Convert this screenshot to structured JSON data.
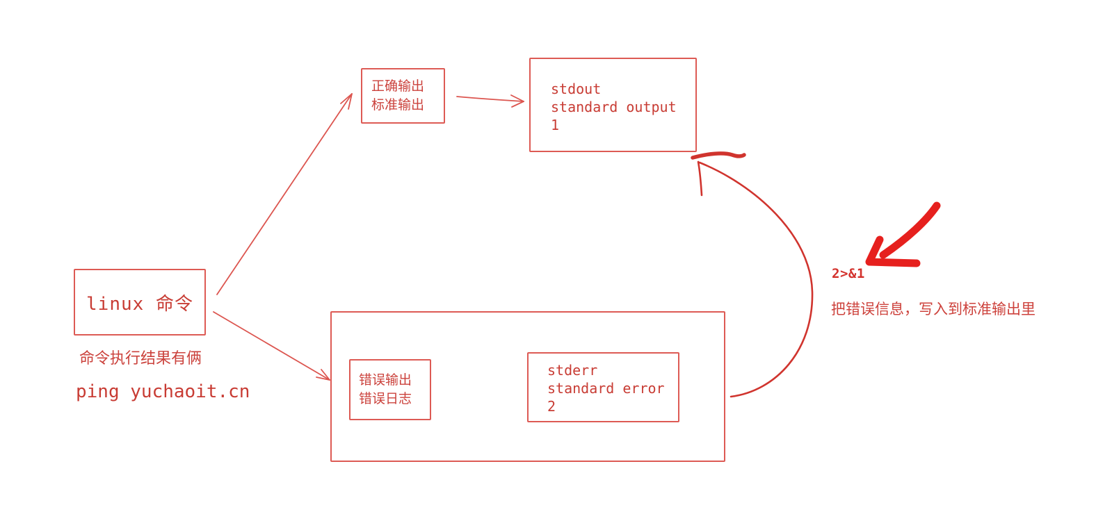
{
  "diagram": {
    "title_hint": "linux command output streams diagram",
    "colors": {
      "ink": "#dc554f",
      "text": "#c83c34",
      "marker": "#e6201e"
    },
    "linux_node": {
      "label": "linux 命令"
    },
    "captions": {
      "result_note": "命令执行结果有俩",
      "example_command": "ping yuchaoit.cn"
    },
    "stdout_branch": {
      "source": {
        "line1": "正确输出",
        "line2": "标准输出"
      },
      "target": {
        "line1": "stdout",
        "line2": "standard output",
        "line3": "1"
      }
    },
    "stderr_branch": {
      "source": {
        "line1": "错误输出",
        "line2": "错误日志"
      },
      "target": {
        "line1": "stderr",
        "line2": "standard error",
        "line3": "2"
      }
    },
    "redirect": {
      "code": "2>&1",
      "note": "把错误信息，写入到标准输出里"
    }
  }
}
